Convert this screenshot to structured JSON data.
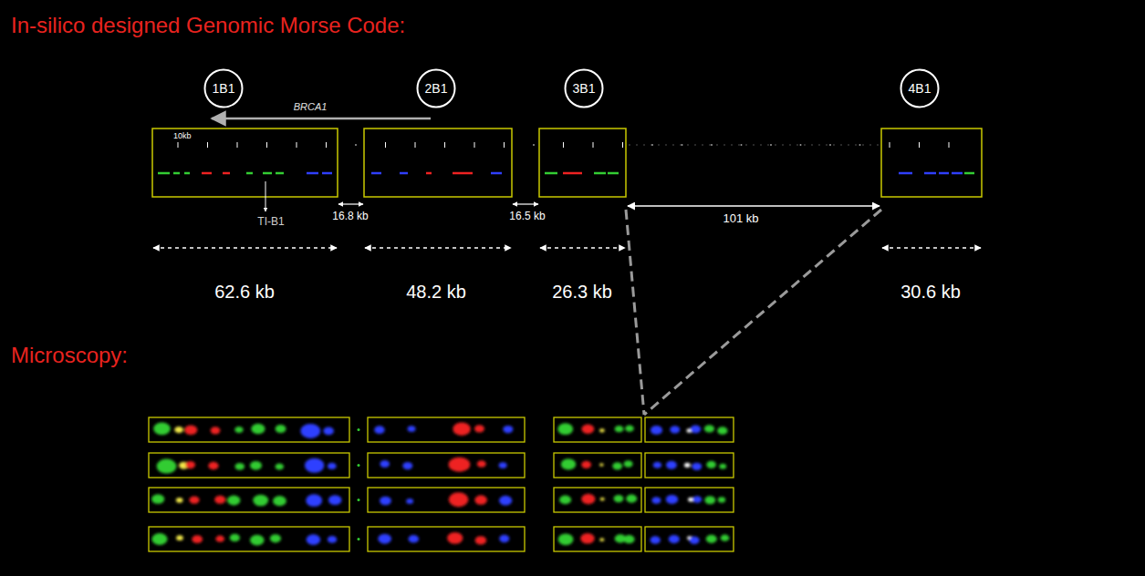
{
  "diagram": {
    "title": "In-silico designed Genomic Morse Code:",
    "nodes": [
      {
        "text": [
          "1B1"
        ]
      },
      {
        "text": [
          "2B1"
        ]
      },
      {
        "text": [
          "3B1"
        ]
      },
      {
        "text": [
          "4B1"
        ]
      }
    ],
    "labels": [
      "BRCA1",
      "10kb",
      "TI-B1",
      "16.8 kb",
      "16.5 kb",
      "101 kb",
      "62.6 kb",
      "48.2 kb",
      "26.3 kb",
      "30.6 kb",
      "Microscopy:"
    ]
  }
}
